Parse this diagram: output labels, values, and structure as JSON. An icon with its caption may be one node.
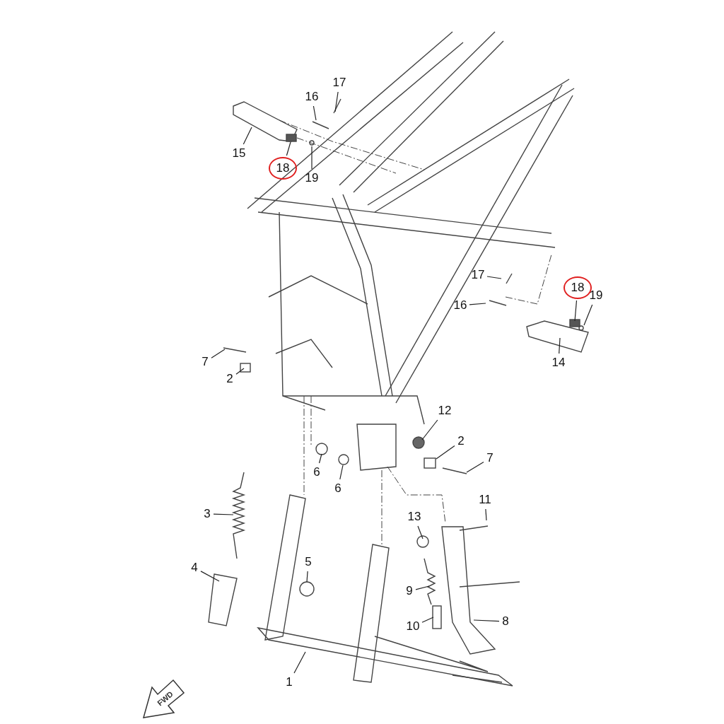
{
  "diagram": {
    "nodes": [
      {
        "text": [
          "17"
        ]
      },
      {
        "text": [
          "16"
        ]
      },
      {
        "text": [
          "15"
        ]
      },
      {
        "text": [
          "18"
        ]
      },
      {
        "text": [
          "19"
        ]
      },
      {
        "text": [
          "17"
        ]
      },
      {
        "text": [
          "18"
        ]
      },
      {
        "text": [
          "19"
        ]
      },
      {
        "text": [
          "16"
        ]
      },
      {
        "text": [
          "7"
        ]
      },
      {
        "text": [
          "14"
        ]
      },
      {
        "text": [
          "2"
        ]
      },
      {
        "text": [
          "12"
        ]
      },
      {
        "text": [
          "2"
        ]
      },
      {
        "text": [
          "7"
        ]
      },
      {
        "text": [
          "6"
        ]
      },
      {
        "text": [
          "6"
        ]
      },
      {
        "text": [
          "11"
        ]
      },
      {
        "text": [
          "3"
        ]
      },
      {
        "text": [
          "13"
        ]
      },
      {
        "text": [
          "5"
        ]
      },
      {
        "text": [
          "4"
        ]
      },
      {
        "text": [
          "9"
        ]
      },
      {
        "text": [
          "8"
        ]
      },
      {
        "text": [
          "10"
        ]
      },
      {
        "text": [
          "1"
        ]
      }
    ],
    "edges": [
      {
        "from": 0,
        "to": null,
        "arrow": "none"
      },
      {
        "from": 1,
        "to": null,
        "arrow": "none"
      },
      {
        "from": 2,
        "to": null,
        "arrow": "none"
      },
      {
        "from": 3,
        "to": null,
        "arrow": "none"
      },
      {
        "from": 4,
        "to": null,
        "arrow": "none"
      },
      {
        "from": 5,
        "to": null,
        "arrow": "none"
      },
      {
        "from": 6,
        "to": null,
        "arrow": "none"
      },
      {
        "from": 7,
        "to": null,
        "arrow": "none"
      },
      {
        "from": 8,
        "to": null,
        "arrow": "none"
      },
      {
        "from": 9,
        "to": null,
        "arrow": "none"
      },
      {
        "from": 10,
        "to": null,
        "arrow": "none"
      },
      {
        "from": 11,
        "to": null,
        "arrow": "none"
      },
      {
        "from": 12,
        "to": null,
        "arrow": "none"
      },
      {
        "from": 13,
        "to": null,
        "arrow": "none"
      },
      {
        "from": 14,
        "to": null,
        "arrow": "none"
      },
      {
        "from": 15,
        "to": null,
        "arrow": "none"
      },
      {
        "from": 16,
        "to": null,
        "arrow": "none"
      },
      {
        "from": 17,
        "to": null,
        "arrow": "none"
      },
      {
        "from": 18,
        "to": null,
        "arrow": "none"
      },
      {
        "from": 19,
        "to": null,
        "arrow": "none"
      },
      {
        "from": 20,
        "to": null,
        "arrow": "none"
      },
      {
        "from": 21,
        "to": null,
        "arrow": "none"
      },
      {
        "from": 22,
        "to": null,
        "arrow": "none"
      },
      {
        "from": 23,
        "to": null,
        "arrow": "none"
      },
      {
        "from": 24,
        "to": null,
        "arrow": "none"
      },
      {
        "from": 25,
        "to": null,
        "arrow": "none"
      }
    ],
    "labels": [
      "FWD"
    ]
  }
}
